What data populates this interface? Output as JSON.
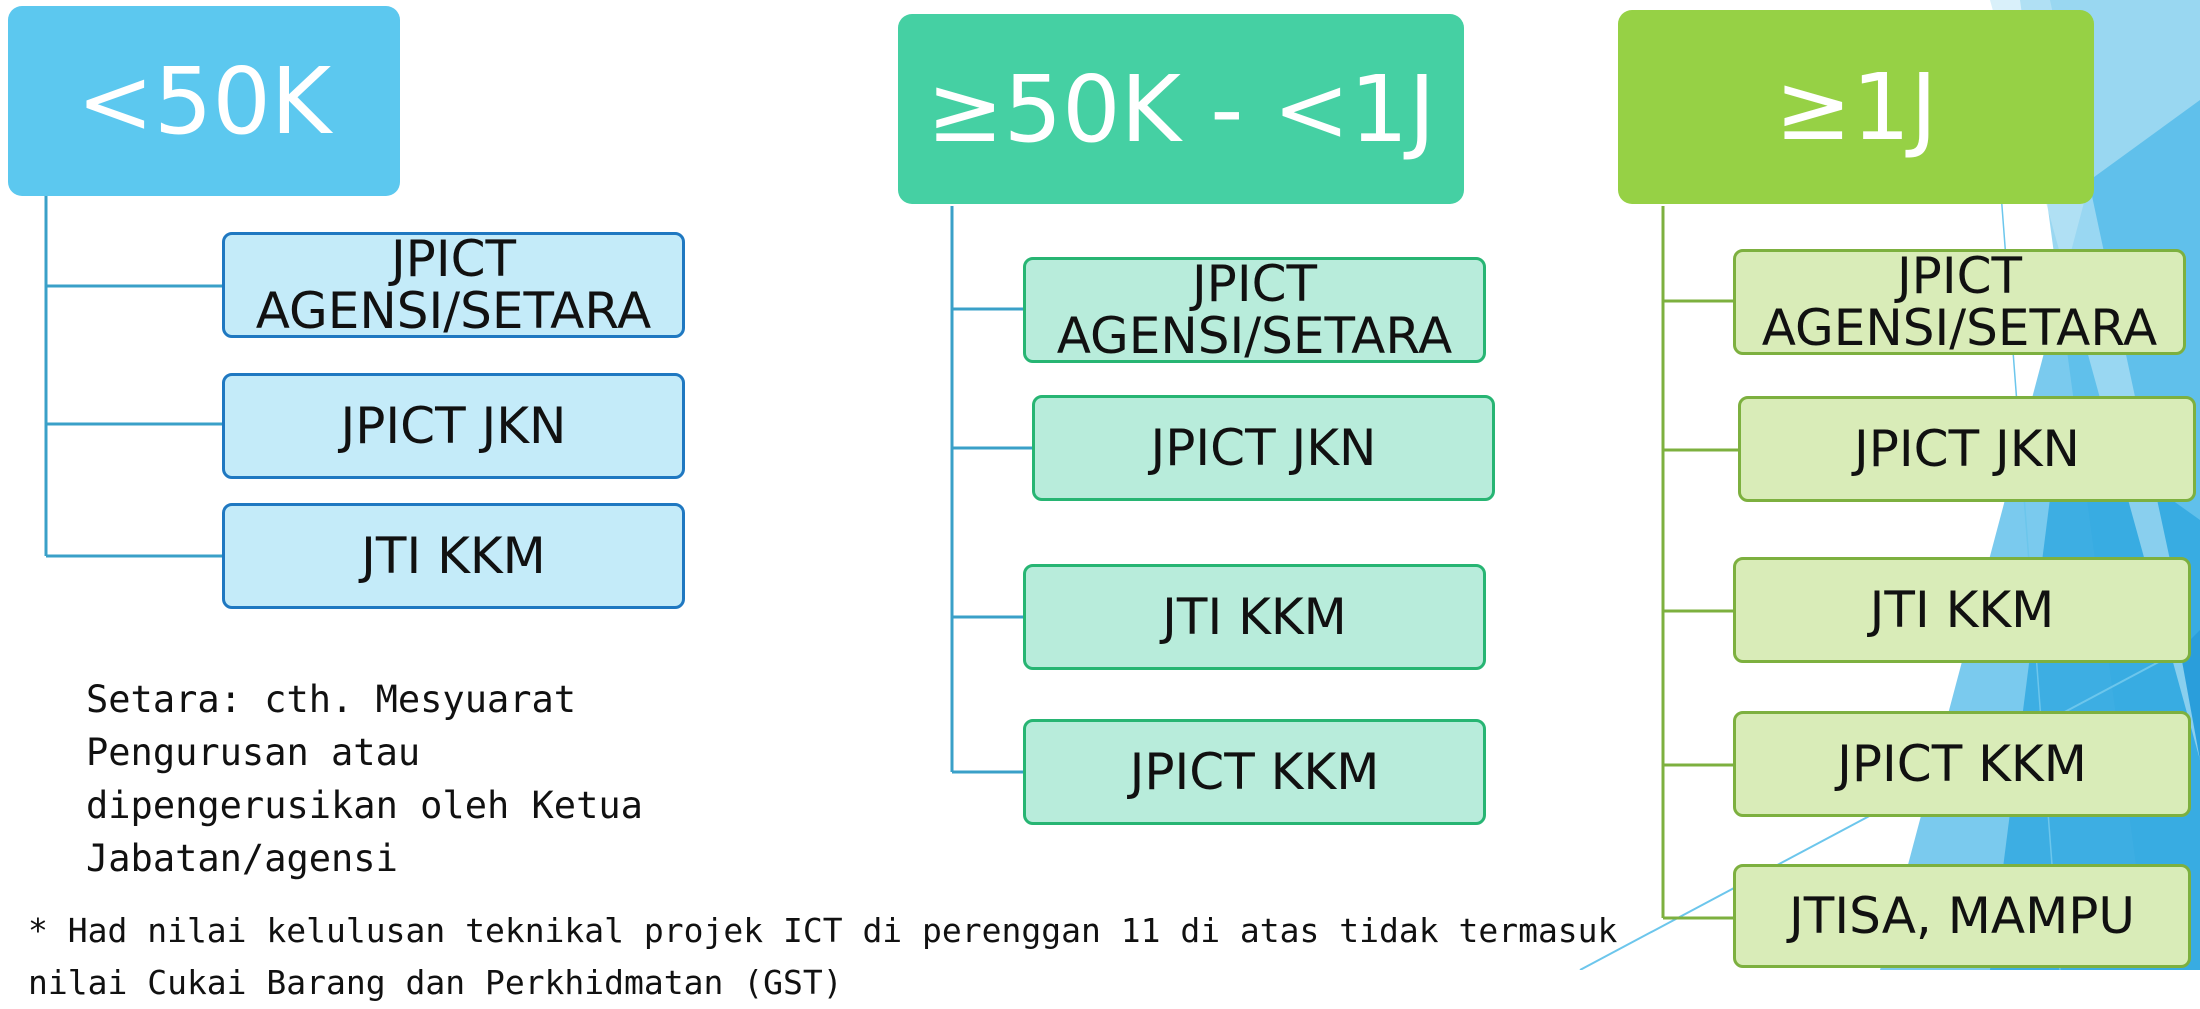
{
  "columns": [
    {
      "header": "<50K",
      "items": [
        [
          "JPICT",
          "AGENSI/SETARA"
        ],
        [
          "JPICT JKN"
        ],
        [
          "JTI KKM"
        ]
      ]
    },
    {
      "header": "≥50K - <1J",
      "items": [
        [
          "JPICT",
          "AGENSI/SETARA"
        ],
        [
          "JPICT JKN"
        ],
        [
          "JTI KKM"
        ],
        [
          "JPICT KKM"
        ]
      ]
    },
    {
      "header": "≥1J",
      "items": [
        [
          "JPICT",
          "AGENSI/SETARA"
        ],
        [
          "JPICT JKN"
        ],
        [
          "JTI KKM"
        ],
        [
          "JPICT KKM"
        ],
        [
          "JTISA, MAMPU"
        ]
      ]
    }
  ],
  "note": "Setara: cth. Mesyuarat Pengurusan atau dipengerusikan oleh Ketua Jabatan/agensi",
  "footnote": "* Had nilai kelulusan teknikal projek ICT di perenggan 11 di atas tidak termasuk nilai Cukai Barang dan Perkhidmatan (GST)",
  "colors": {
    "col1_header": "#5cc8ef",
    "col2_header": "#45d0a3",
    "col3_header": "#96d145",
    "col1_box": "#c4ebf9",
    "col2_box": "#b8ecdb",
    "col3_box": "#d9ecb8"
  }
}
